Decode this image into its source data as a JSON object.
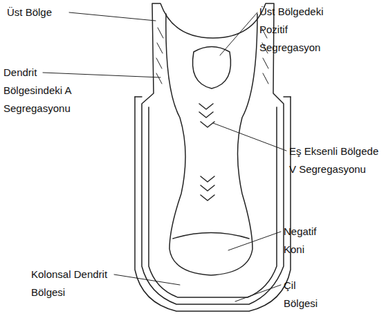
{
  "diagram": {
    "labels": [
      "Üst Bölge",
      "Üst Bölgedeki Pozitif Segregasyon",
      "Dendrit Bölgesindeki A Segregasyonu",
      "Eş Eksenli Bölgede V Segregasyonu",
      "Negatif Koni",
      "Kolonsal Dendrit Bölgesi",
      "Çil Bölgesi"
    ]
  }
}
